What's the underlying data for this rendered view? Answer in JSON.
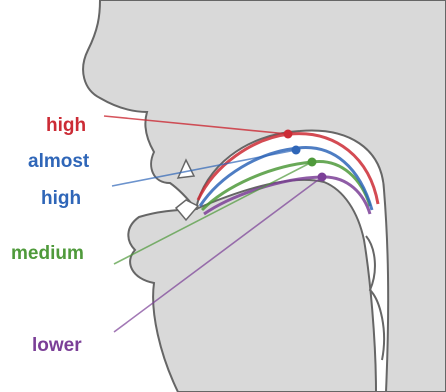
{
  "labels": {
    "high": "high",
    "almost_high_1": "almost",
    "almost_high_2": "high",
    "medium": "medium",
    "lower": "lower"
  },
  "colors": {
    "high": "#cc2b35",
    "almost_high": "#2f66b8",
    "medium": "#4f9a3b",
    "lower": "#7b3f97",
    "head_fill": "#d9d9d9",
    "outline": "#666666"
  }
}
